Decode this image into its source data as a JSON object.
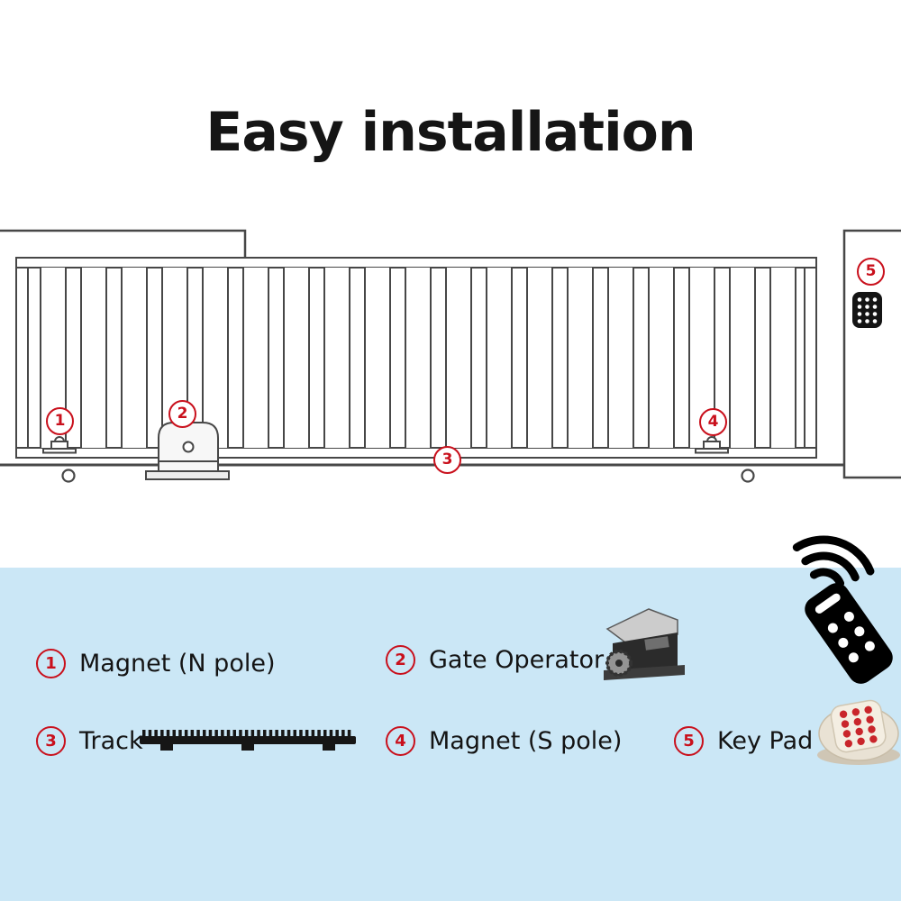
{
  "title": "Easy installation",
  "colors": {
    "accent": "#c9101c",
    "panel_bg": "#cbe7f6",
    "diagram_line": "#474747"
  },
  "diagram": {
    "callouts": [
      "1",
      "2",
      "3",
      "4",
      "5"
    ]
  },
  "legend": {
    "items": [
      {
        "num": "1",
        "label": "Magnet (N pole)"
      },
      {
        "num": "2",
        "label": "Gate Operator"
      },
      {
        "num": "3",
        "label": "Track"
      },
      {
        "num": "4",
        "label": "Magnet (S pole)"
      },
      {
        "num": "5",
        "label": "Key Pad"
      }
    ]
  },
  "icons": {
    "remote": "remote-control-icon",
    "gate_operator": "gate-operator-image",
    "track": "track-image",
    "keypad": "keypad-image"
  }
}
